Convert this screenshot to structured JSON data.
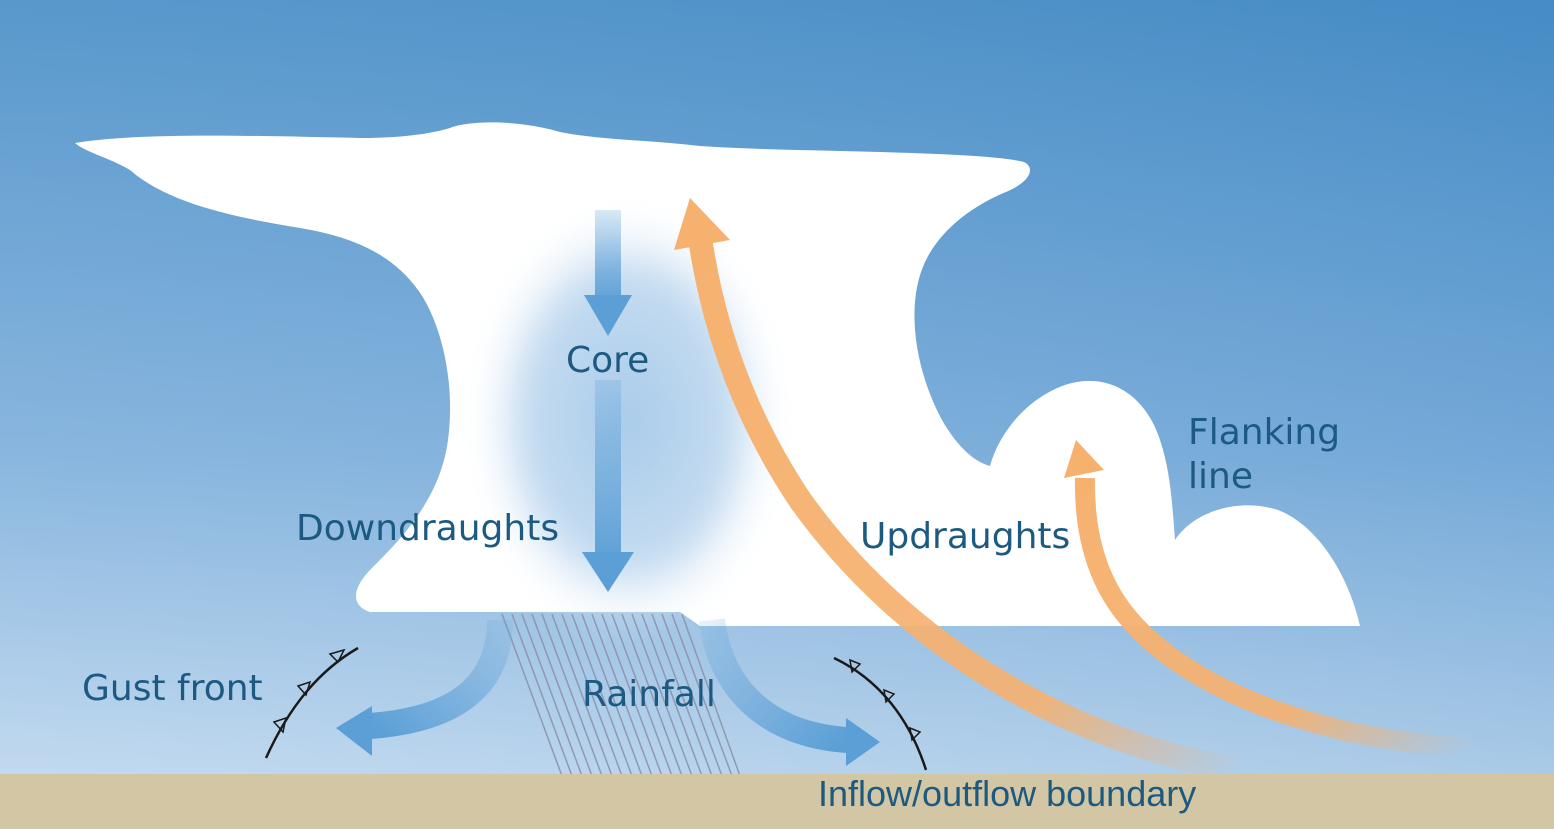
{
  "diagram": {
    "labels": {
      "core": "Core",
      "downdraughts": "Downdraughts",
      "updraughts": "Updraughts",
      "flanking_line_1": "Flanking",
      "flanking_line_2": "line",
      "gust_front": "Gust front",
      "rainfall": "Rainfall",
      "boundary": "Inflow/outflow boundary"
    },
    "colors": {
      "sky_top": "#4a8fc7",
      "sky_bottom": "#c7ddf1",
      "ground": "#d3c6a4",
      "cloud": "#ffffff",
      "core_blue": "#a9cbea",
      "downdraught_arrow": "#5b9fd6",
      "updraught_arrow": "#f6b16f",
      "label_text": "#1d5a82",
      "rain_lines": "#8a8fa8",
      "front_line": "#1a1a1a"
    }
  }
}
